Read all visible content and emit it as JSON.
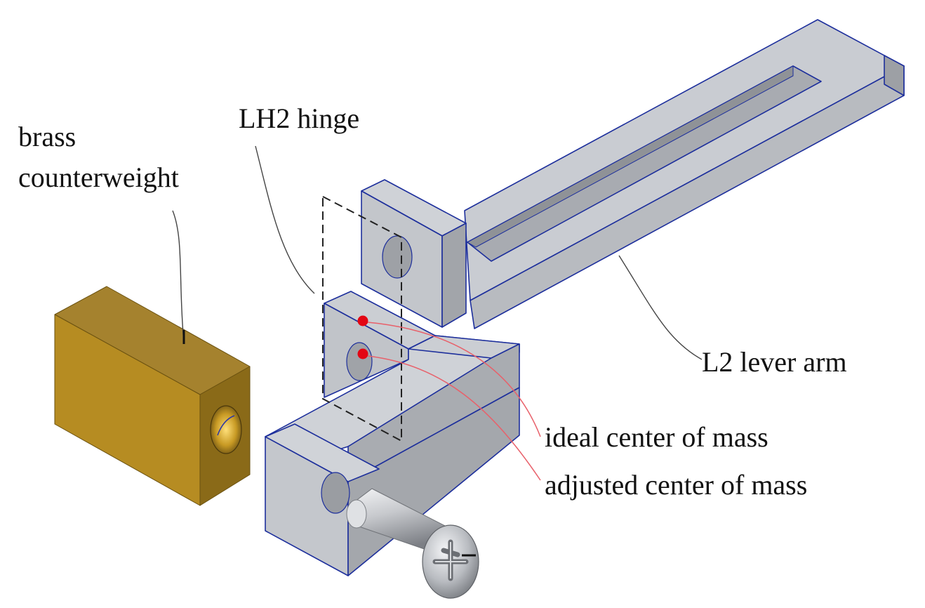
{
  "labels": {
    "brass_counterweight": [
      "brass",
      "counterweight"
    ],
    "lh2_hinge": "LH2 hinge",
    "l2_lever_arm": "L2 lever arm",
    "ideal_com": "ideal center of mass",
    "adjusted_com": "adjusted center of mass"
  },
  "colors": {
    "gray_top": "#c9ccd2",
    "gray_front": "#b4b7bc",
    "gray_side": "#9a9ca1",
    "edge_blue": "#1d2f9c",
    "brass_top": "#a5822e",
    "brass_front": "#b68c22",
    "brass_side": "#7f6216",
    "com_marker": "#e30613",
    "leader_red": "#e8606a",
    "leader_black": "#444444"
  },
  "icons": {
    "screw": "pan-head-phillips-screw-icon",
    "com_marker": "red-dot-icon"
  }
}
